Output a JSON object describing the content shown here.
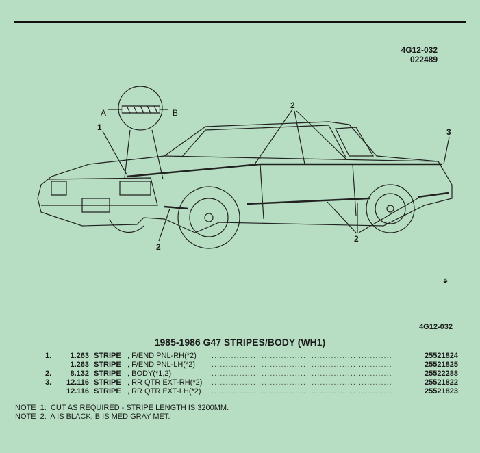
{
  "header": {
    "ref_code": "4G12-032",
    "date_code": "022489"
  },
  "illustration": {
    "ref_code": "4G12-032",
    "callouts": [
      "1",
      "2",
      "2",
      "2",
      "3"
    ],
    "detail_labels": {
      "a": "A",
      "b": "B"
    }
  },
  "section_title": "1985-1986 G47 STRIPES/BODY (WH1)",
  "parts": [
    {
      "item": "1.",
      "qty": "1.263",
      "name": "STRIPE",
      "desc": ", F/END PNL-RH(*2)",
      "part_number": "25521824"
    },
    {
      "item": "",
      "qty": "1.263",
      "name": "STRIPE",
      "desc": ", F/END PNL-LH(*2)",
      "part_number": "25521825"
    },
    {
      "item": "2.",
      "qty": "8.132",
      "name": "STRIPE",
      "desc": ", BODY(*1,2)",
      "part_number": "25522288"
    },
    {
      "item": "3.",
      "qty": "12.116",
      "name": "STRIPE",
      "desc": ", RR QTR EXT-RH(*2)",
      "part_number": "25521822"
    },
    {
      "item": "",
      "qty": "12.116",
      "name": "STRIPE",
      "desc": ", RR QTR EXT-LH(*2)",
      "part_number": "25521823"
    }
  ],
  "notes": [
    "NOTE  1:  CUT AS REQUIRED - STRIPE LENGTH IS 3200MM.",
    "NOTE  2:  A IS BLACK, B IS MED GRAY MET."
  ]
}
